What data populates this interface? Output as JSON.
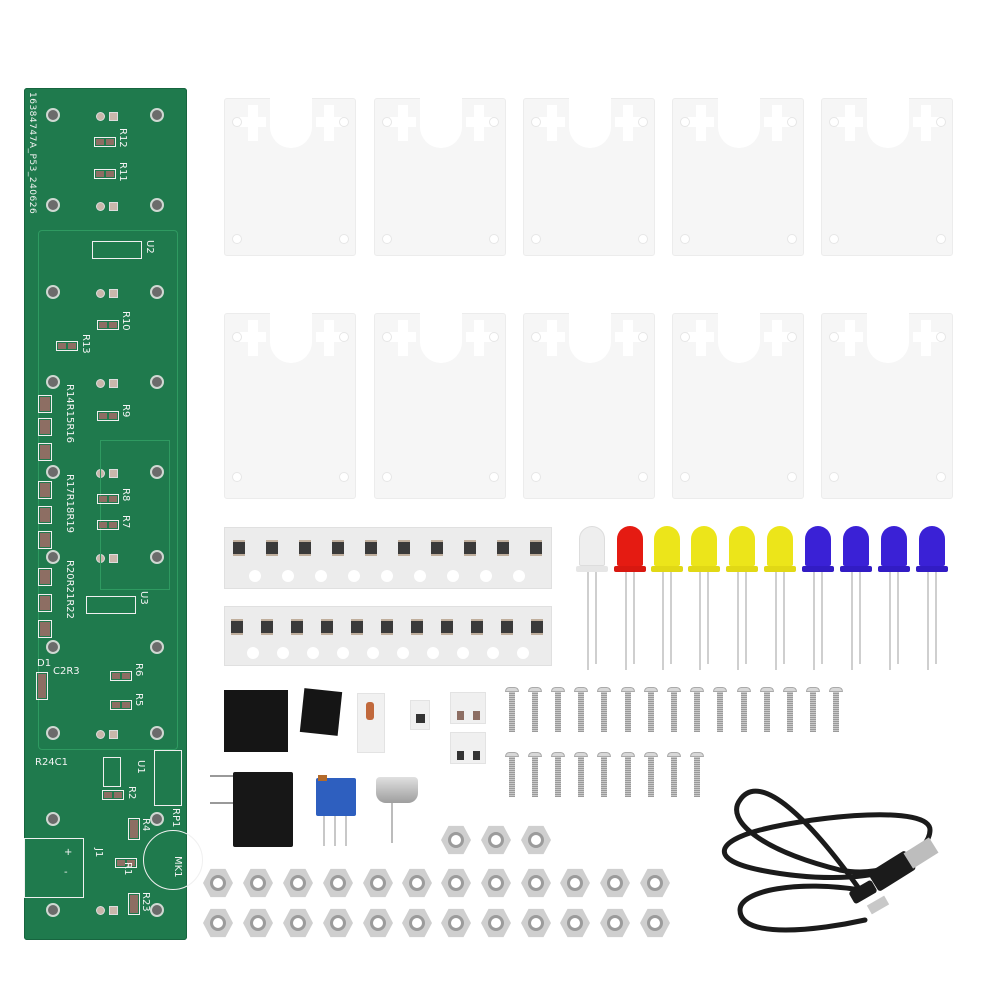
{
  "scene": {
    "description": "Electronics DIY kit product photo on white background",
    "background_color": "#ffffff"
  },
  "pcb": {
    "color": "#1f7a4d",
    "code": "16384747A_P53_240626",
    "labels": {
      "r12": "R12",
      "r11": "R11",
      "u2": "U2",
      "r10": "R10",
      "r13": "R13",
      "r9": "R9",
      "r14_16": "R14R15R16",
      "r17_19": "R17R18R19",
      "r20_22": "R20R21R22",
      "r8": "R8",
      "r7": "R7",
      "u3": "U3",
      "d1": "D1",
      "c2r3": "C2R3",
      "r6": "R6",
      "r5": "R5",
      "r24c1": "R24C1",
      "u1": "U1",
      "r2": "R2",
      "rp1": "RP1",
      "r4": "R4",
      "j1": "J1",
      "r1": "R1",
      "mk1": "MK1",
      "r23": "R23",
      "plus": "+",
      "minus": "-"
    }
  },
  "acrylic_plates": {
    "count": 10,
    "rows": 2,
    "per_row": 5,
    "color": "#f6f6f6"
  },
  "smd_tapes": [
    {
      "count": 10
    },
    {
      "count": 11
    }
  ],
  "leds": [
    {
      "color": "white",
      "hex": "#eeeeee"
    },
    {
      "color": "red",
      "hex": "#e51b12"
    },
    {
      "color": "yellow",
      "hex": "#ece51a"
    },
    {
      "color": "yellow",
      "hex": "#ece51a"
    },
    {
      "color": "yellow",
      "hex": "#ece51a"
    },
    {
      "color": "yellow",
      "hex": "#ece51a"
    },
    {
      "color": "blue",
      "hex": "#3a21d6"
    },
    {
      "color": "blue",
      "hex": "#3a21d6"
    },
    {
      "color": "blue",
      "hex": "#3a21d6"
    },
    {
      "color": "blue",
      "hex": "#3a21d6"
    }
  ],
  "components": [
    "SOP-14 IC",
    "SOP-8 IC",
    "glass diode",
    "SMD capacitor",
    "SMD pair",
    "SMD pair",
    "DC power jack",
    "blue trimmer potentiometer",
    "electret microphone"
  ],
  "screws": {
    "row1": 15,
    "row2": 9
  },
  "nuts": {
    "top_row": 3,
    "row2": 12,
    "row3": 12
  },
  "cable": {
    "type": "USB-A to DC barrel cable",
    "color": "#1b1b1b"
  }
}
